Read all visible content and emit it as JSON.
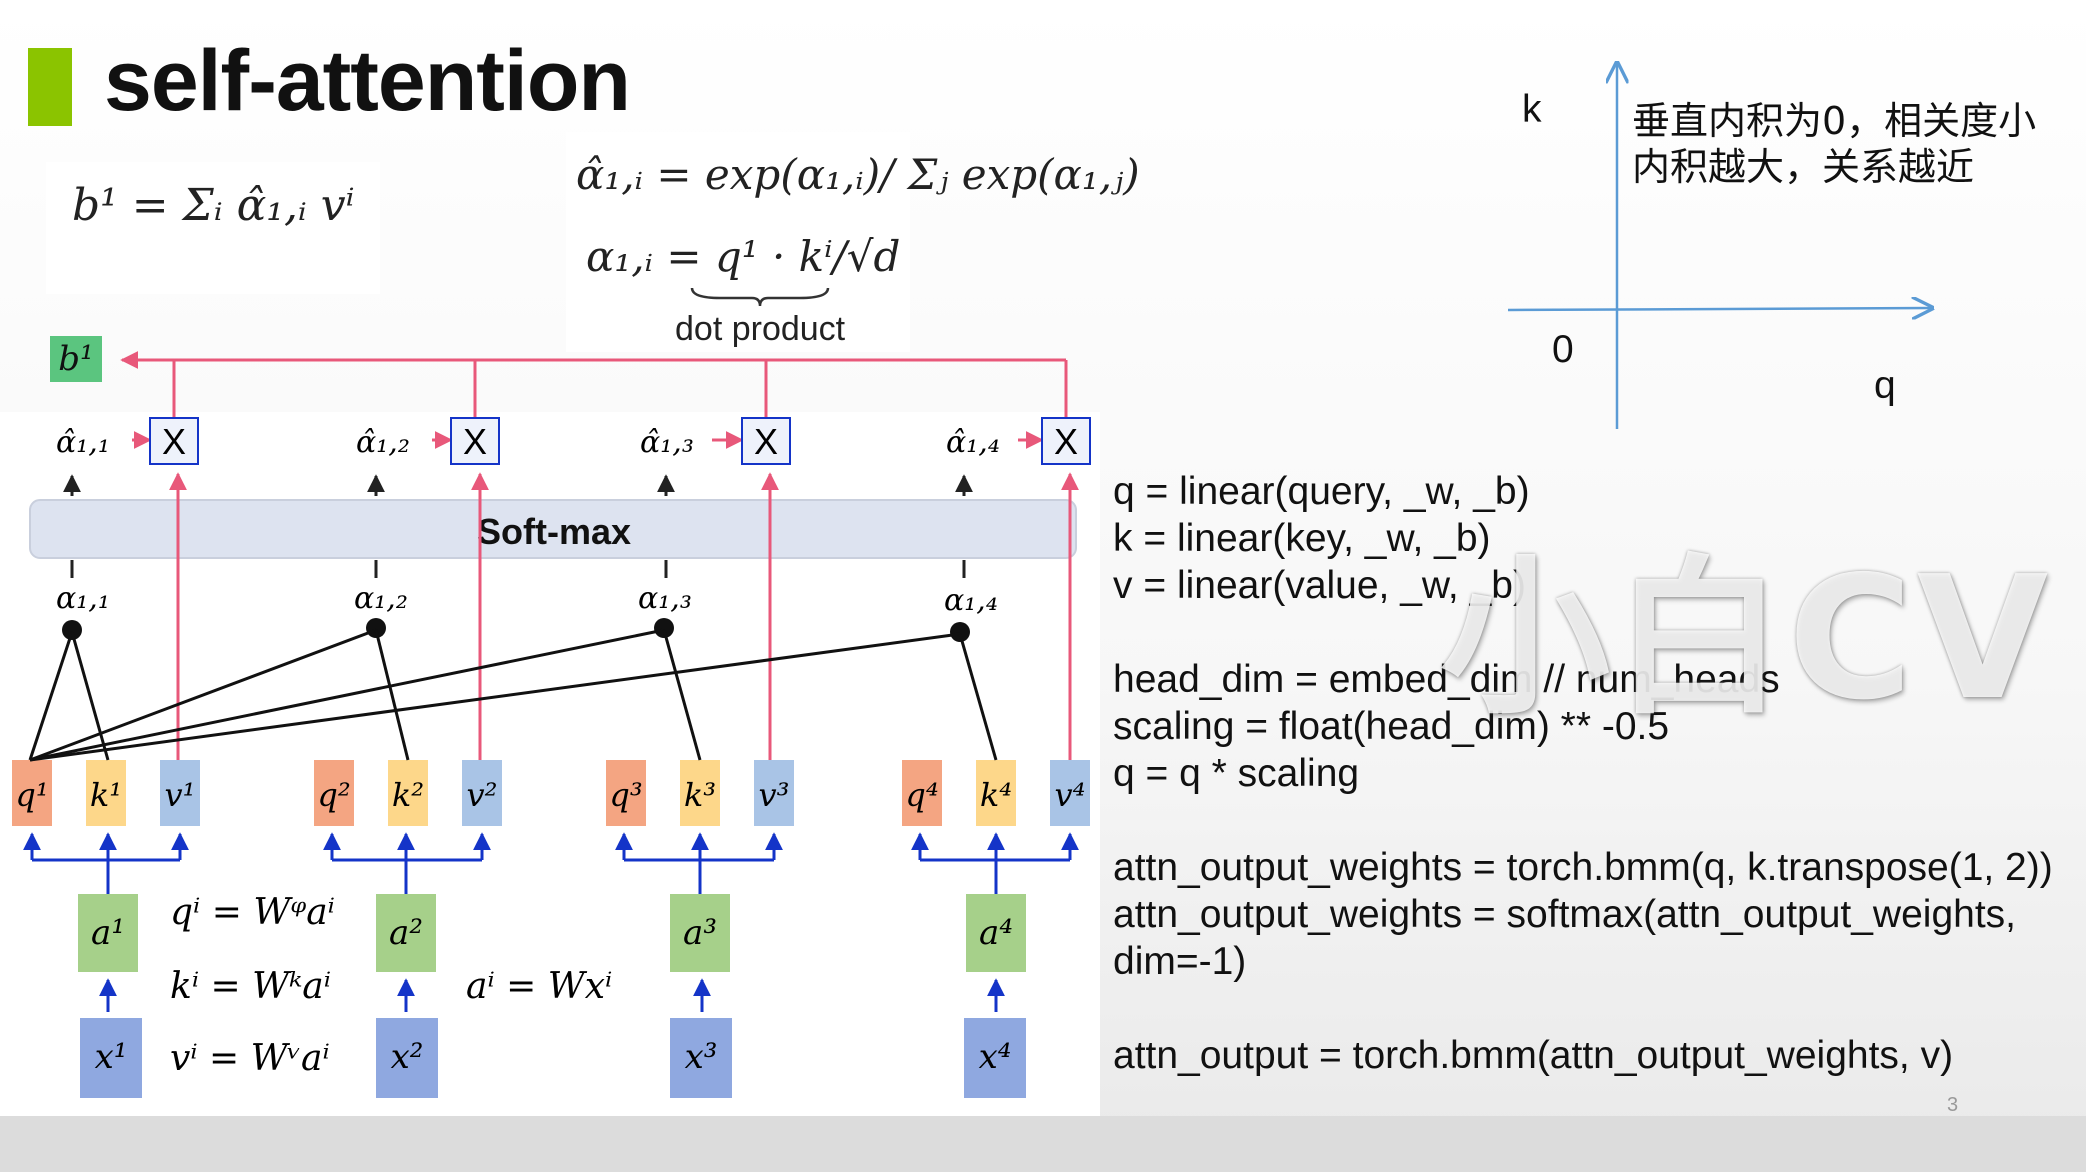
{
  "slide": {
    "title": "self-attention",
    "page_number": "3",
    "watermark": "小白CV"
  },
  "formulas": {
    "b1_sum": "b¹ = Σᵢ α̂₁,ᵢ vⁱ",
    "softmax_def": "α̂₁,ᵢ = exp(α₁,ᵢ)/ Σⱼ exp(α₁,ⱼ)",
    "dot_def": "α₁,ᵢ = q¹ · kⁱ/√d",
    "dot_caption": "dot product",
    "q_eq": "qⁱ = Wᵠaⁱ",
    "k_eq": "kⁱ = Wᵏaⁱ",
    "v_eq": "vⁱ = Wᵛaⁱ",
    "a_eq": "aⁱ = Wxⁱ"
  },
  "diagram": {
    "output_label": "b¹",
    "softmax_label": "Soft-max",
    "multiply_symbol": "X",
    "columns": [
      {
        "hat": "α̂₁,₁",
        "alpha": "α₁,₁",
        "q": "q¹",
        "k": "k¹",
        "v": "v¹",
        "a": "a¹",
        "x": "x¹"
      },
      {
        "hat": "α̂₁,₂",
        "alpha": "α₁,₂",
        "q": "q²",
        "k": "k²",
        "v": "v²",
        "a": "a²",
        "x": "x²"
      },
      {
        "hat": "α̂₁,₃",
        "alpha": "α₁,₃",
        "q": "q³",
        "k": "k³",
        "v": "v³",
        "a": "a³",
        "x": "x³"
      },
      {
        "hat": "α̂₁,₄",
        "alpha": "α₁,₄",
        "q": "q⁴",
        "k": "k⁴",
        "v": "v⁴",
        "a": "a⁴",
        "x": "x⁴"
      }
    ],
    "colors": {
      "q_box": "#f4a582",
      "k_box": "#fdd78a",
      "v_box": "#a9c4e6",
      "a_box": "#a6d08a",
      "x_box": "#8fa8e0",
      "b_box": "#5bc57f",
      "softmax_bar": "#dde3f0",
      "pink_line": "#e8587a",
      "blue_line": "#1434c8",
      "accent_bar": "#8bc400"
    }
  },
  "axes": {
    "k_label": "k",
    "q_label": "q",
    "origin_label": "0",
    "note_line1": "垂直内积为0，相关度小",
    "note_line2": "内积越大，关系越近"
  },
  "code_lines": [
    "q = linear(query, _w, _b)",
    "k = linear(key, _w, _b)",
    "v = linear(value, _w, _b)",
    "",
    "head_dim = embed_dim // num_heads",
    "scaling = float(head_dim) ** -0.5",
    "q = q * scaling",
    "",
    "attn_output_weights = torch.bmm(q, k.transpose(1, 2))",
    "attn_output_weights = softmax(attn_output_weights,",
    "dim=-1)",
    "",
    "attn_output = torch.bmm(attn_output_weights, v)"
  ]
}
